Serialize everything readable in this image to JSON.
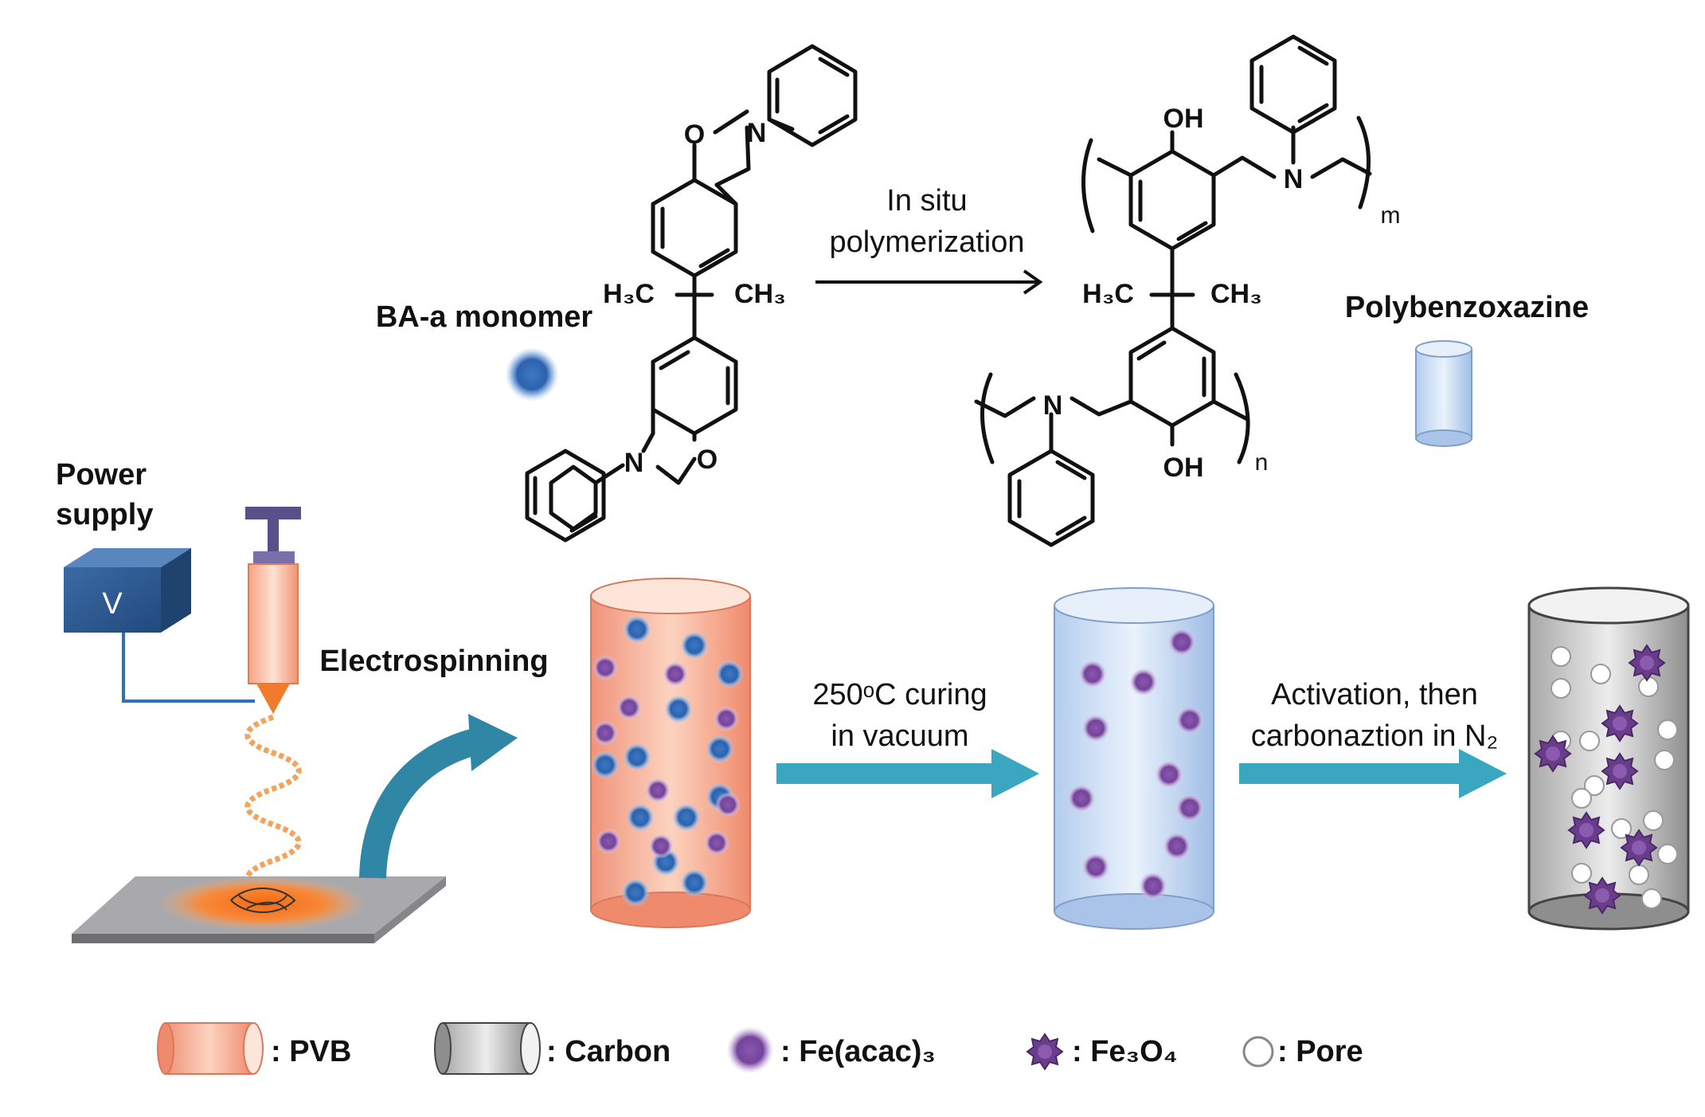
{
  "reaction": {
    "monomer_label": "BA-a monomer",
    "arrow_line1": "In situ",
    "arrow_line2": "polymerization",
    "polymer_label": "Polybenzoxazine",
    "atom_O": "O",
    "atom_N": "N",
    "atom_OH": "OH",
    "h3c": "H₃C",
    "ch3": "CH₃",
    "sub_m": "m",
    "sub_n": "n"
  },
  "process": {
    "power_line1": "Power",
    "power_line2": "supply",
    "voltage_label": "V",
    "step1_label": "Electrospinning",
    "step2_line1": "250ᵒC curing",
    "step2_line2": "in vacuum",
    "step3_line1": "Activation, then",
    "step3_line2": "carbonaztion in N₂"
  },
  "legend": [
    {
      "label": ": PVB",
      "icon": "pvb-cylinder-icon"
    },
    {
      "label": ": Carbon",
      "icon": "carbon-cylinder-icon"
    },
    {
      "label": ": Fe(acac)₃",
      "icon": "fe-acac-dot-icon"
    },
    {
      "label": ": Fe₃O₄",
      "icon": "fe3o4-star-icon"
    },
    {
      "label": ": Pore",
      "icon": "pore-circle-icon"
    }
  ],
  "colors": {
    "pvb": "#f6a88a",
    "polybenzoxazine": "#c9dcf4",
    "carbon": "#b8b8b8",
    "monomer_dot": "#2f67b3",
    "fe_acac": "#7d4a9e",
    "arrow": "#3aa6bf",
    "syringe": "#f08c62",
    "power_box": "#2e5d96"
  }
}
